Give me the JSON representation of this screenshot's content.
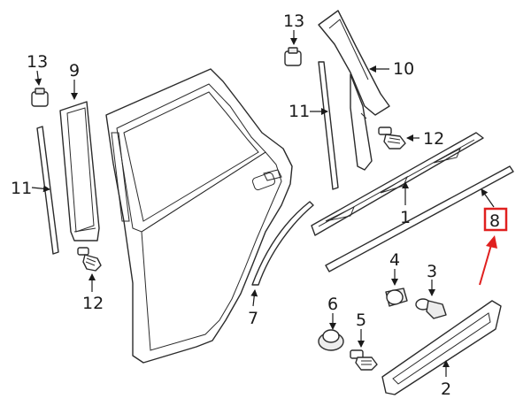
{
  "callouts": {
    "c1": "1",
    "c2": "2",
    "c3": "3",
    "c4": "4",
    "c5": "5",
    "c6": "6",
    "c7": "7",
    "c8": "8",
    "c9": "9",
    "c10": "10",
    "c11_left": "11",
    "c11_right": "11",
    "c12_left": "12",
    "c12_right": "12",
    "c13_left": "13",
    "c13_right": "13"
  },
  "highlight": {
    "target_callout": "8",
    "color": "#e0201f"
  }
}
